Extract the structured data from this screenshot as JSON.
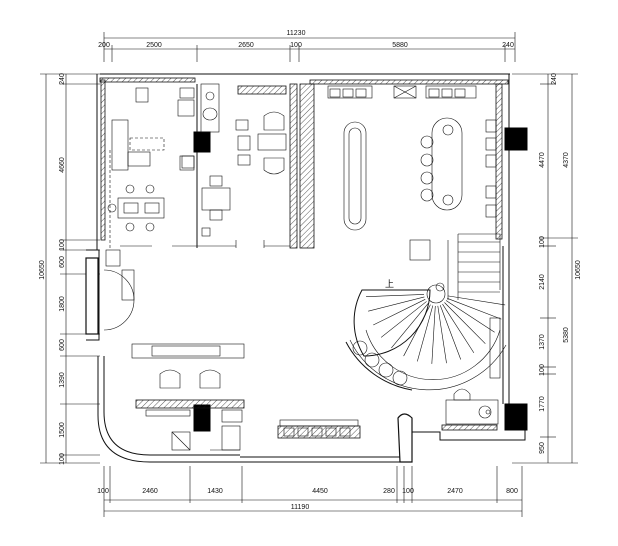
{
  "dimensions": {
    "top_total": "11230",
    "top_segments": [
      "200",
      "2500",
      "2650",
      "100",
      "5880",
      "240"
    ],
    "bottom_total": "11190",
    "bottom_segments": [
      "100",
      "2460",
      "1430",
      "4450",
      "280",
      "100",
      "2470",
      "800"
    ],
    "left_total": "10650",
    "left_segments": [
      "240",
      "4660",
      "100",
      "600",
      "1800",
      "600",
      "1390",
      "1500",
      "100"
    ],
    "right_total": "10650",
    "right_inner": [
      "4370",
      "5380"
    ],
    "right_outer": [
      "240",
      "4470",
      "100",
      "2140",
      "1370",
      "100",
      "1770",
      "950"
    ]
  },
  "labels": {
    "stair_up": "上"
  }
}
